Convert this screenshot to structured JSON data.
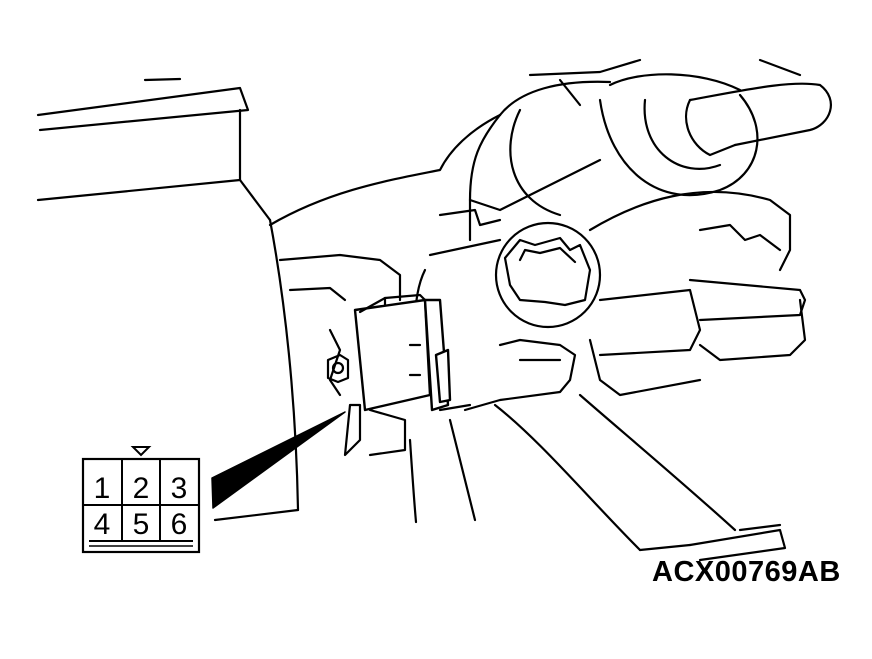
{
  "connector": {
    "pins": [
      {
        "label": "1"
      },
      {
        "label": "2"
      },
      {
        "label": "3"
      },
      {
        "label": "4"
      },
      {
        "label": "5"
      },
      {
        "label": "6"
      }
    ]
  },
  "figure_code": "ACX00769AB"
}
